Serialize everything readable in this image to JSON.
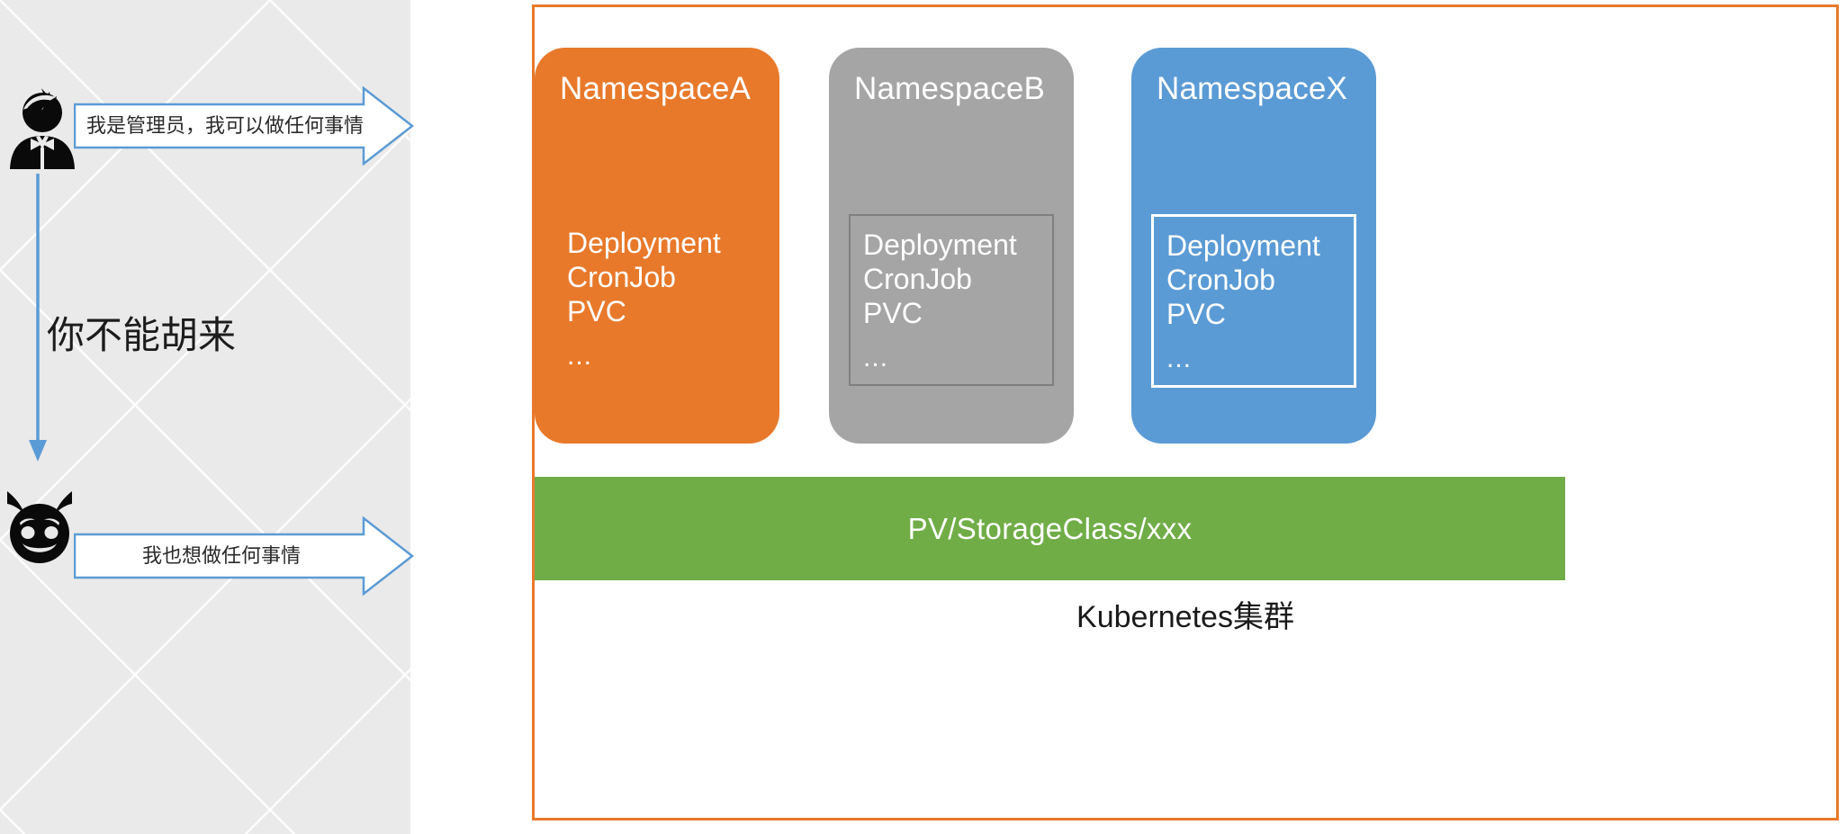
{
  "left_panel": {
    "admin_actor": {
      "icon": "admin-person-icon",
      "alt": "Administrator avatar with spiky hair and bow tie"
    },
    "attacker_actor": {
      "icon": "devil-face-icon",
      "alt": "Devil face with horns"
    },
    "admin_banner": {
      "text": "我是管理员，我可以做任何事情",
      "border_color": "#5B9BD5",
      "fill_color": "#FFFFFF"
    },
    "attacker_banner": {
      "text": "我也想做任何事情",
      "border_color": "#5B9BD5",
      "fill_color": "#FFFFFF"
    },
    "connector": {
      "name": "downward-arrow",
      "color": "#5B9BD5"
    },
    "warning_caption": "你不能胡来"
  },
  "cluster": {
    "border_color": "#E8792B",
    "footer_label": "Kubernetes集群",
    "storage_bar": {
      "label": "PV/StorageClass/xxx",
      "color": "#70AD47"
    },
    "namespaces": [
      {
        "title": "NamespaceA",
        "color": "#E8792B",
        "resource_box_style": "none",
        "resources": [
          "Deployment",
          "CronJob",
          "PVC"
        ],
        "ellipsis": "..."
      },
      {
        "title": "NamespaceB",
        "color": "#A5A5A5",
        "resource_box_style": "dark-outline",
        "resources": [
          "Deployment",
          "CronJob",
          "PVC"
        ],
        "ellipsis": "..."
      },
      {
        "title": "NamespaceX",
        "color": "#5B9BD5",
        "resource_box_style": "white-outline",
        "resources": [
          "Deployment",
          "CronJob",
          "PVC"
        ],
        "ellipsis": "..."
      }
    ]
  }
}
